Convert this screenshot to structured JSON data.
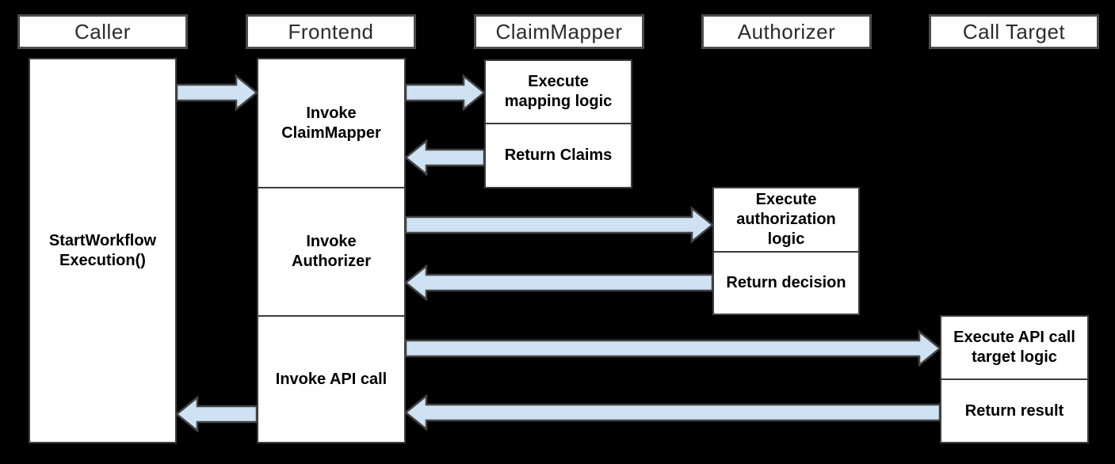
{
  "colors": {
    "background": "#000000",
    "box_fill": "#ffffff",
    "box_border": "#3d3d3d",
    "header_border": "#4c4c4c",
    "arrow_fill": "#cfe2f3",
    "arrow_border": "#434343",
    "header_text": "#2b2b2b",
    "body_text": "#000000"
  },
  "lanes": [
    {
      "label": "Caller"
    },
    {
      "label": "Frontend"
    },
    {
      "label": "ClaimMapper"
    },
    {
      "label": "Authorizer"
    },
    {
      "label": "Call Target"
    }
  ],
  "activities": {
    "caller": {
      "start_workflow": "StartWorkflow\nExecution()"
    },
    "frontend": {
      "invoke_claimmapper": "Invoke\nClaimMapper",
      "invoke_authorizer": "Invoke\nAuthorizer",
      "invoke_api_call": "Invoke API call"
    },
    "claimmapper": {
      "execute_mapping": "Execute\nmapping logic",
      "return_claims": "Return Claims"
    },
    "authorizer": {
      "execute_authorization": "Execute\nauthorization\nlogic",
      "return_decision": "Return decision"
    },
    "call_target": {
      "execute_api_target": "Execute API call\ntarget logic",
      "return_result": "Return result"
    }
  },
  "arrows": [
    {
      "from": "Caller",
      "to": "Frontend",
      "direction": "right"
    },
    {
      "from": "Frontend",
      "to": "ClaimMapper",
      "direction": "right"
    },
    {
      "from": "ClaimMapper",
      "to": "Frontend",
      "direction": "left"
    },
    {
      "from": "Frontend",
      "to": "Authorizer",
      "direction": "right"
    },
    {
      "from": "Authorizer",
      "to": "Frontend",
      "direction": "left"
    },
    {
      "from": "Frontend",
      "to": "Call Target",
      "direction": "right"
    },
    {
      "from": "Call Target",
      "to": "Frontend",
      "direction": "left"
    },
    {
      "from": "Frontend",
      "to": "Caller",
      "direction": "left"
    }
  ]
}
